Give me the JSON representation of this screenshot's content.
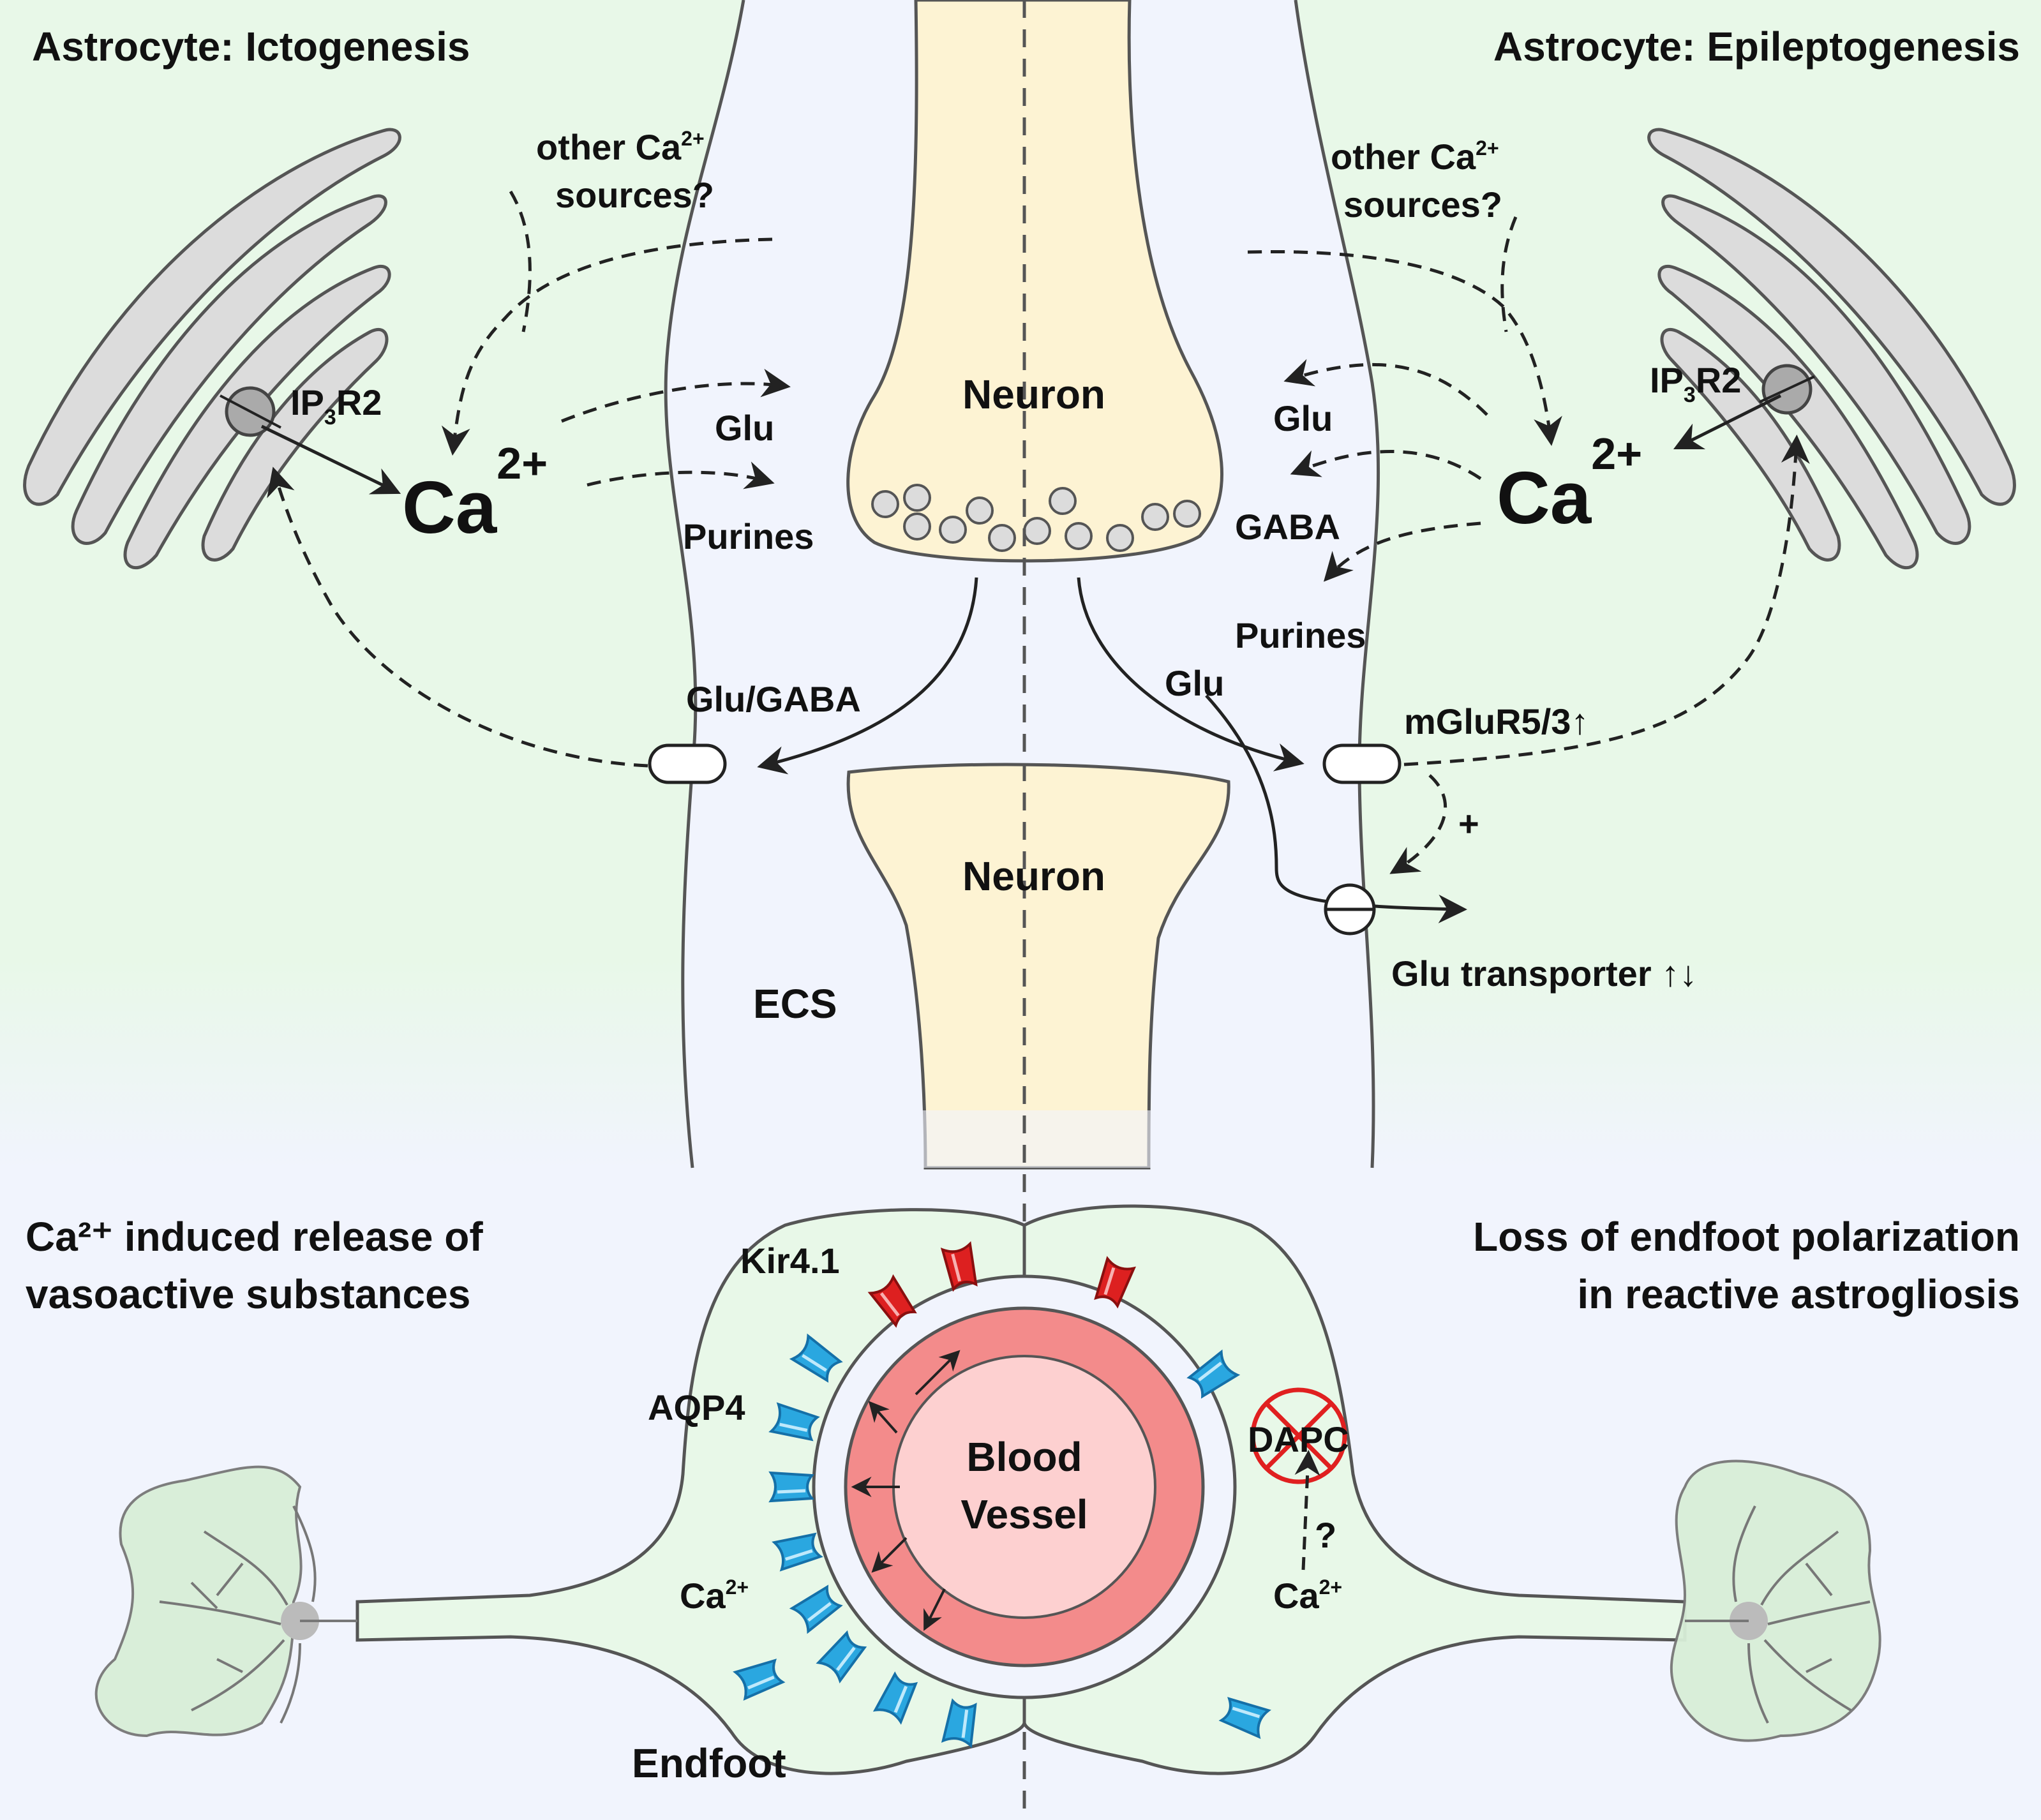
{
  "panels": {
    "left_title": "Astrocyte: Ictogenesis",
    "right_title": "Astrocyte: Epileptogenesis",
    "bottom_left_line1": "Ca²⁺ induced release of",
    "bottom_left_line2": "vasoactive substances",
    "bottom_right_line1": "Loss of endfoot polarization",
    "bottom_right_line2": "in reactive astrogliosis"
  },
  "left": {
    "other_sources_line1": "other Ca",
    "other_sources_sup": "2+",
    "other_sources_line2": "sources?",
    "receptor_main": "IP",
    "receptor_sub": "3",
    "receptor_tail": "R2",
    "calcium": "Ca",
    "calcium_sup": "2+",
    "glu": "Glu",
    "purines": "Purines",
    "glu_gaba": "Glu/GABA"
  },
  "right": {
    "other_sources_line1": "other Ca",
    "other_sources_sup": "2+",
    "other_sources_line2": "sources?",
    "receptor_main": "IP",
    "receptor_sub": "3",
    "receptor_tail": "R2",
    "calcium": "Ca",
    "calcium_sup": "2+",
    "glu": "Glu",
    "gaba": "GABA",
    "purines": "Purines",
    "glu_release": "Glu",
    "mglur": "mGluR5/3↑",
    "plus": "+",
    "transporter": "Glu transporter ↑↓"
  },
  "center": {
    "neuron_top": "Neuron",
    "neuron_bottom": "Neuron",
    "ecs": "ECS"
  },
  "vessel": {
    "line1": "Blood",
    "line2": "Vessel",
    "kir": "Kir4.1",
    "aqp": "AQP4",
    "ca_left": "Ca",
    "ca_left_sup": "2+",
    "ca_right": "Ca",
    "ca_right_sup": "2+",
    "dapc": "DAPC",
    "question": "?",
    "endfoot": "Endfoot"
  },
  "colors": {
    "astrocyte_fill": "#e8f8e8",
    "extracellular_fill": "#f1f4fd",
    "neuron_fill": "#fdf3d3",
    "vessel_wall": "#f38b8b",
    "vessel_lumen": "#fdd0d0",
    "kir_channel": "#dd2020",
    "aqp_channel": "#2aa7e0",
    "er_fill": "#dcdcdc"
  },
  "icons": [
    "ip3r2-channel-icon",
    "vesicle-icon",
    "receptor-icon",
    "transporter-icon",
    "kir-channel-icon",
    "aqp4-channel-icon",
    "dapc-blocked-icon",
    "astrocyte-cell-icon"
  ]
}
